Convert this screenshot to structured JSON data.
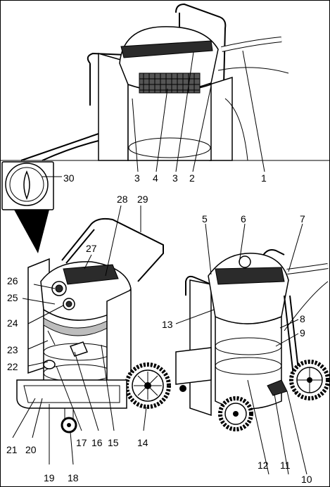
{
  "labels": {
    "l1": "1",
    "l2": "2",
    "l3a": "3",
    "l3b": "3",
    "l4": "4",
    "l5": "5",
    "l6": "6",
    "l7": "7",
    "l8": "8",
    "l9": "9",
    "l10": "10",
    "l11": "11",
    "l12": "12",
    "l13": "13",
    "l14": "14",
    "l15": "15",
    "l16": "16",
    "l17": "17",
    "l18": "18",
    "l19": "19",
    "l20": "20",
    "l21": "21",
    "l22": "22",
    "l23": "23",
    "l24": "24",
    "l25": "25",
    "l26": "26",
    "l27": "27",
    "l28": "28",
    "l29": "29",
    "l30": "30"
  }
}
